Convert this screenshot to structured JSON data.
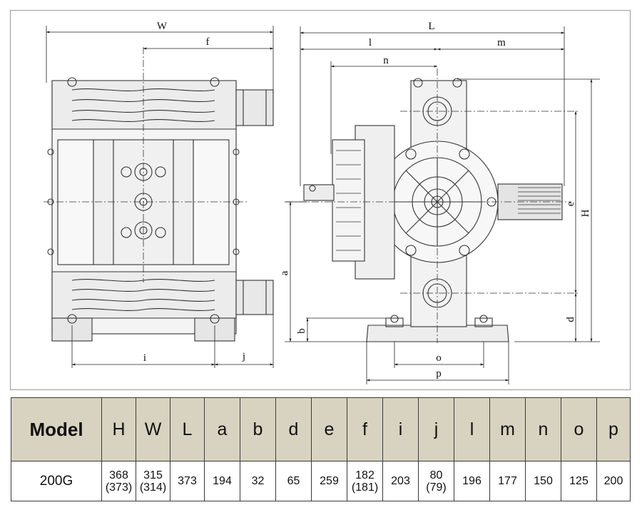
{
  "drawing": {
    "front_view_labels": {
      "W": "W",
      "f": "f",
      "i": "i",
      "j": "j"
    },
    "side_view_labels": {
      "L": "L",
      "l": "l",
      "m": "m",
      "n": "n",
      "H": "H",
      "e": "e",
      "a": "a",
      "b": "b",
      "d": "d",
      "o": "o",
      "p": "p"
    }
  },
  "table": {
    "headers": [
      "Model",
      "H",
      "W",
      "L",
      "a",
      "b",
      "d",
      "e",
      "f",
      "i",
      "j",
      "l",
      "m",
      "n",
      "o",
      "p"
    ],
    "row": [
      {
        "line1": "200G",
        "line2": ""
      },
      {
        "line1": "368",
        "line2": "(373)"
      },
      {
        "line1": "315",
        "line2": "(314)"
      },
      {
        "line1": "373",
        "line2": ""
      },
      {
        "line1": "194",
        "line2": ""
      },
      {
        "line1": "32",
        "line2": ""
      },
      {
        "line1": "65",
        "line2": ""
      },
      {
        "line1": "259",
        "line2": ""
      },
      {
        "line1": "182",
        "line2": "(181)"
      },
      {
        "line1": "203",
        "line2": ""
      },
      {
        "line1": "80",
        "line2": "(79)"
      },
      {
        "line1": "196",
        "line2": ""
      },
      {
        "line1": "177",
        "line2": ""
      },
      {
        "line1": "150",
        "line2": ""
      },
      {
        "line1": "125",
        "line2": ""
      },
      {
        "line1": "200",
        "line2": ""
      }
    ]
  }
}
